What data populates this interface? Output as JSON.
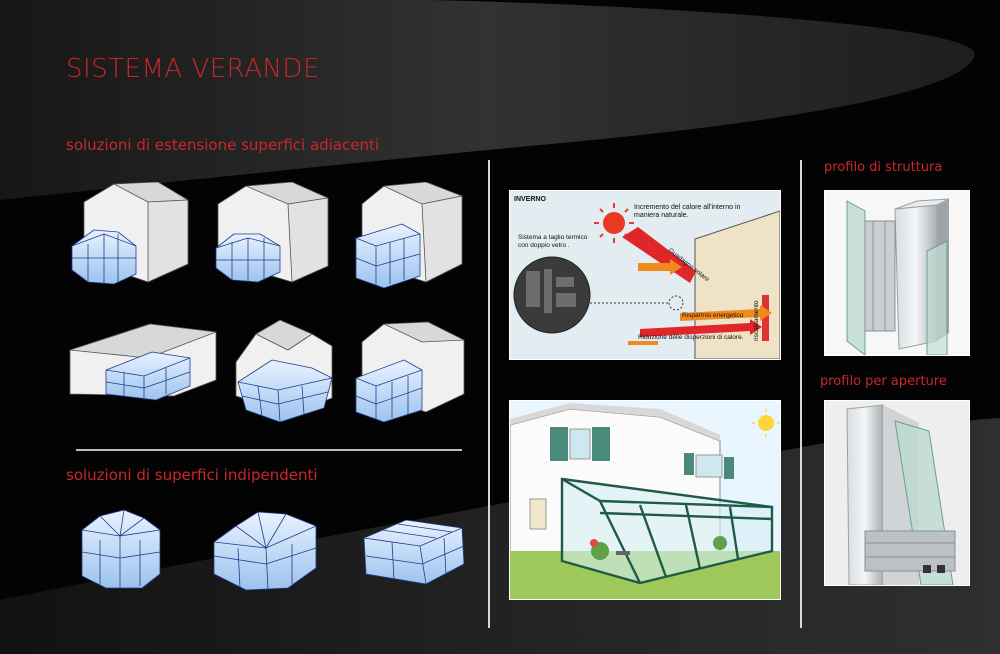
{
  "title": "SISTEMA VERANDE",
  "sections": {
    "adjacent": "soluzioni di estensione superfici adiacenti",
    "independent": "soluzioni di superfici indipendenti"
  },
  "profiles": {
    "structure": "profilo di struttura",
    "openings": "profilo per aperture"
  },
  "winter_diagram": {
    "label": "INVERNO",
    "heat_gain": "Incremento del calore all'interno in maniera naturale.",
    "heat_gain_line1": "Incremento del calore all'interno in",
    "heat_gain_line2": "maniera naturale.",
    "glass_line1": "Sistema a taglio termico",
    "glass_line2": "con doppio vetro .",
    "solar_gain": "Guadagno solare",
    "energy_saving": "Risparmio energetico",
    "loss_reduction": "Riduzione delle disperzioni di calore.",
    "heating": "riscaldamento"
  },
  "colors": {
    "accent": "#c8282a",
    "background": "#030303",
    "swoosh": "#2b2b2b"
  }
}
